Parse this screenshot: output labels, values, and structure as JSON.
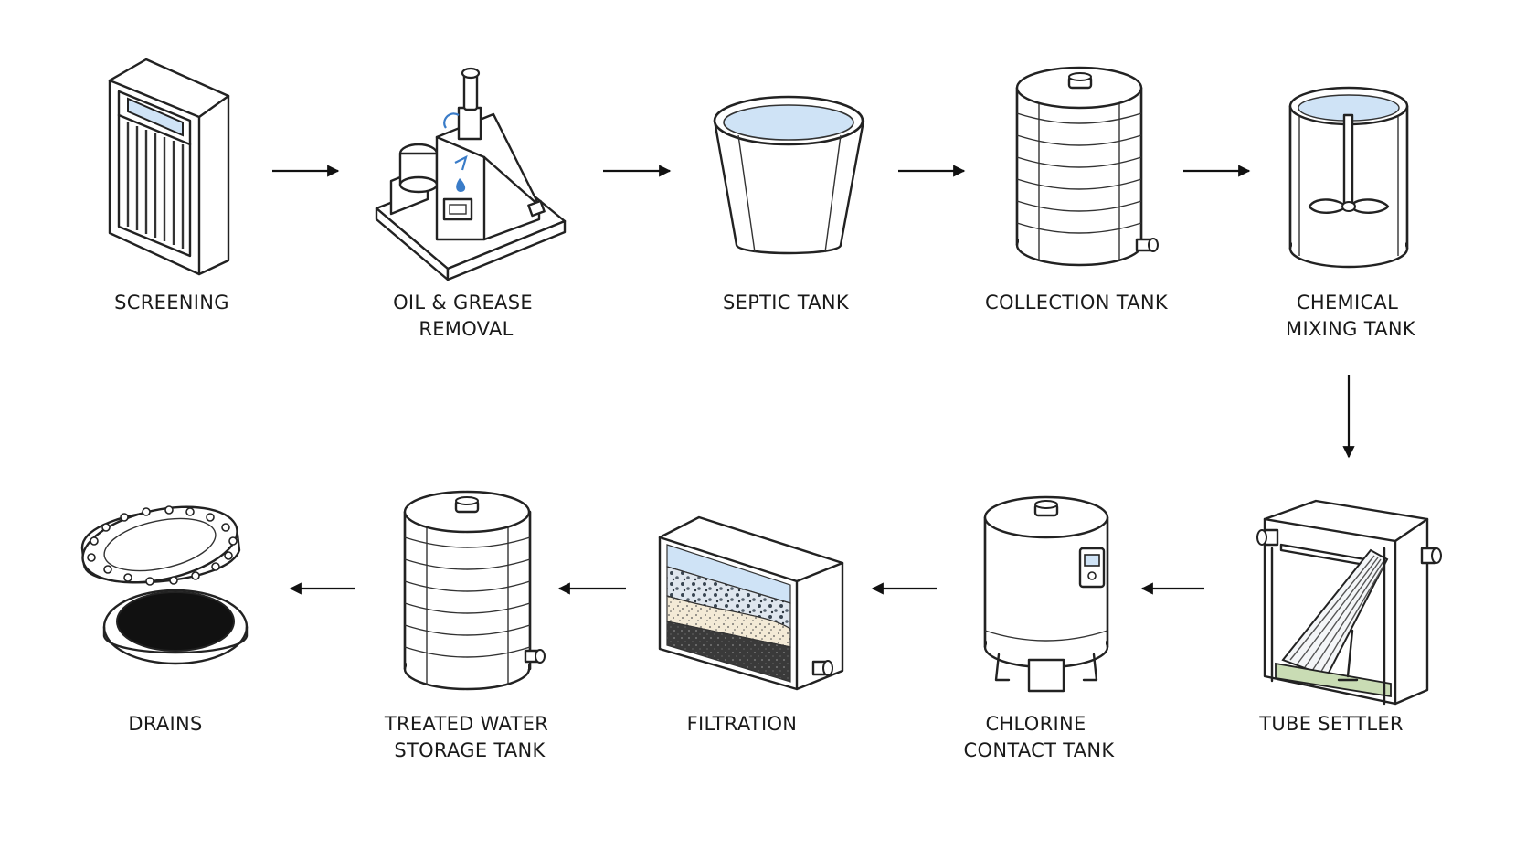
{
  "colors": {
    "water": "#cfe3f6",
    "accent": "#3a7cc8",
    "sludge": "#c9dcb4",
    "ink": "#222222"
  },
  "stages": [
    {
      "id": "screening",
      "lines": [
        "SCREENING"
      ]
    },
    {
      "id": "oil-grease-removal",
      "lines": [
        "OIL & GREASE",
        "REMOVAL"
      ]
    },
    {
      "id": "septic-tank",
      "lines": [
        "SEPTIC TANK"
      ]
    },
    {
      "id": "collection-tank",
      "lines": [
        "COLLECTION TANK"
      ]
    },
    {
      "id": "chemical-mixing-tank",
      "lines": [
        "CHEMICAL",
        "MIXING TANK"
      ]
    },
    {
      "id": "tube-settler",
      "lines": [
        "TUBE SETTLER"
      ]
    },
    {
      "id": "chlorine-contact-tank",
      "lines": [
        "CHLORINE",
        "CONTACT TANK"
      ]
    },
    {
      "id": "filtration",
      "lines": [
        "FILTRATION"
      ]
    },
    {
      "id": "treated-water-storage-tank",
      "lines": [
        "TREATED WATER",
        "STORAGE TANK"
      ]
    },
    {
      "id": "drains",
      "lines": [
        "DRAINS"
      ]
    }
  ]
}
